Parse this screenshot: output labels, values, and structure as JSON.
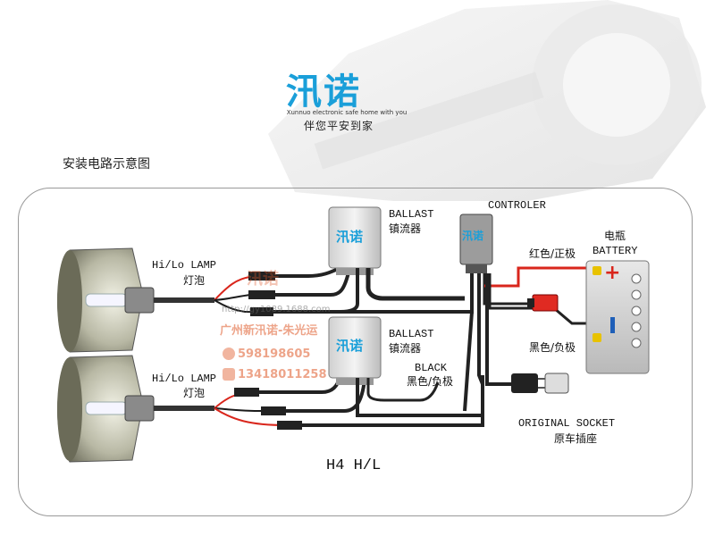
{
  "brand": {
    "logo_text": "汛诺",
    "tagline_en": "Xunnuo electronic safe home with you",
    "slogan_cn": "伴您平安到家"
  },
  "diagram": {
    "title": "安装电路示意图",
    "model": "H4 H/L",
    "lamp_upper": {
      "label_en": "Hi/Lo LAMP",
      "label_cn": "灯泡"
    },
    "lamp_lower": {
      "label_en": "Hi/Lo LAMP",
      "label_cn": "灯泡"
    },
    "ballast_upper": {
      "label_en": "BALLAST",
      "label_cn": "镇流器",
      "logo": "汛诺"
    },
    "ballast_lower": {
      "label_en": "BALLAST",
      "label_cn": "镇流器",
      "logo": "汛诺"
    },
    "controller": {
      "label": "CONTROLER",
      "logo": "汛诺"
    },
    "battery": {
      "label_cn": "电瓶",
      "label_en": "BATTERY",
      "plus": "+",
      "minus": "-"
    },
    "positive_wire": "红色/正极",
    "negative_wire": "黑色/负极",
    "black_wire": {
      "label_en": "BLACK",
      "label_cn": "黑色/负极"
    },
    "socket": {
      "label_en": "ORIGINAL SOCKET",
      "label_cn": "原车插座"
    }
  },
  "watermark": {
    "logo": "汛诺",
    "url": "http://gy1089.1688.com",
    "company": "广州新汛诺-朱光运",
    "qq": "598198605",
    "phone": "13418011258"
  },
  "colors": {
    "brand_blue": "#1a9fd9",
    "wire_red": "#d9261c",
    "wire_black": "#1b1b1b",
    "battery_green": "#1f8a2e",
    "watermark_orange": "#e05a2a"
  }
}
